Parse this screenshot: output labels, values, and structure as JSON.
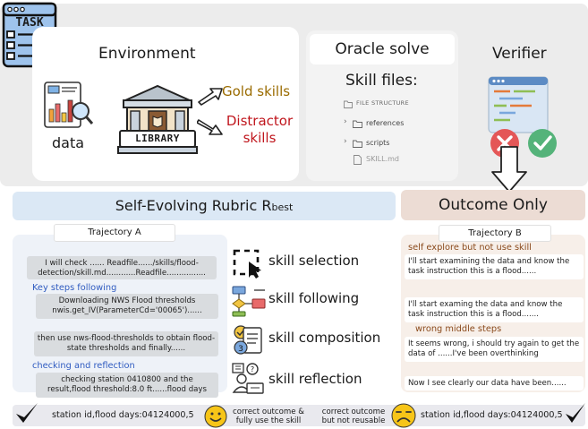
{
  "top": {
    "task_icon_label": "TASK",
    "environment_title": "Environment",
    "data_label": "data",
    "library_label": "LIBRARY",
    "gold_skills": "Gold skills",
    "distractor_skills": "Distractor skills",
    "oracle_title": "Oracle solve",
    "skill_files_title": "Skill files:",
    "file_tree": {
      "header": "FILE STRUCTURE",
      "items": [
        "references",
        "scripts",
        "SKILL.md"
      ]
    },
    "verifier_title": "Verifier"
  },
  "rubric": {
    "title_main": "Self-Evolving Rubric R",
    "title_sub": "best"
  },
  "outcome": {
    "title": "Outcome Only"
  },
  "trajectory_a": {
    "tab": "Trajectory A",
    "steps": [
      {
        "note": "",
        "text": "I will check ...... Readfile....../skills/flood-detection/skill.md............Readfile................"
      },
      {
        "note": "Key steps following",
        "text": "Downloading NWS Flood thresholds nwis.get_IV(ParameterCd='00065')......"
      },
      {
        "note": "",
        "text": "then use nws-flood-thresholds to obtain flood-state thresholds and finally......"
      },
      {
        "note": "checking and reflection",
        "text": "checking station 0410800 and the result,flood threshold:8.0 ft......flood days"
      }
    ]
  },
  "skills": [
    {
      "label": "skill selection",
      "icon": "dashed-cursor-icon"
    },
    {
      "label": "skill following",
      "icon": "flowchart-icon"
    },
    {
      "label": "skill composition",
      "icon": "checklist-icon"
    },
    {
      "label": "skill reflection",
      "icon": "worker-think-icon"
    }
  ],
  "trajectory_b": {
    "tab": "Trajectory B",
    "notes": [
      "self explore but not use skill",
      "wrong middle steps"
    ],
    "steps": [
      "I'll start examining the data and know the task instruction this is a flood......",
      "I'll start examing the data and know the task instruction this is a flood.......",
      "It seems wrong, i should try again to get the data of ......I've been overthinking",
      "Now I see clearly our data have been......"
    ]
  },
  "bottom": {
    "result_a": "station id,flood days:04124000,5",
    "caption_a": "correct outcome & fully use the skill",
    "caption_b": "correct outcome but not reusable",
    "result_b": "station id,flood days:04124000,5"
  },
  "colors": {
    "gold": "#9a6b00",
    "distractor": "#c0161d",
    "blue_note": "#2f5bc0",
    "brown_note": "#8a4a1c",
    "rubric_bg": "#dbe8f5",
    "outcome_bg": "#ecdcd4",
    "smiley": "#f7c518"
  }
}
